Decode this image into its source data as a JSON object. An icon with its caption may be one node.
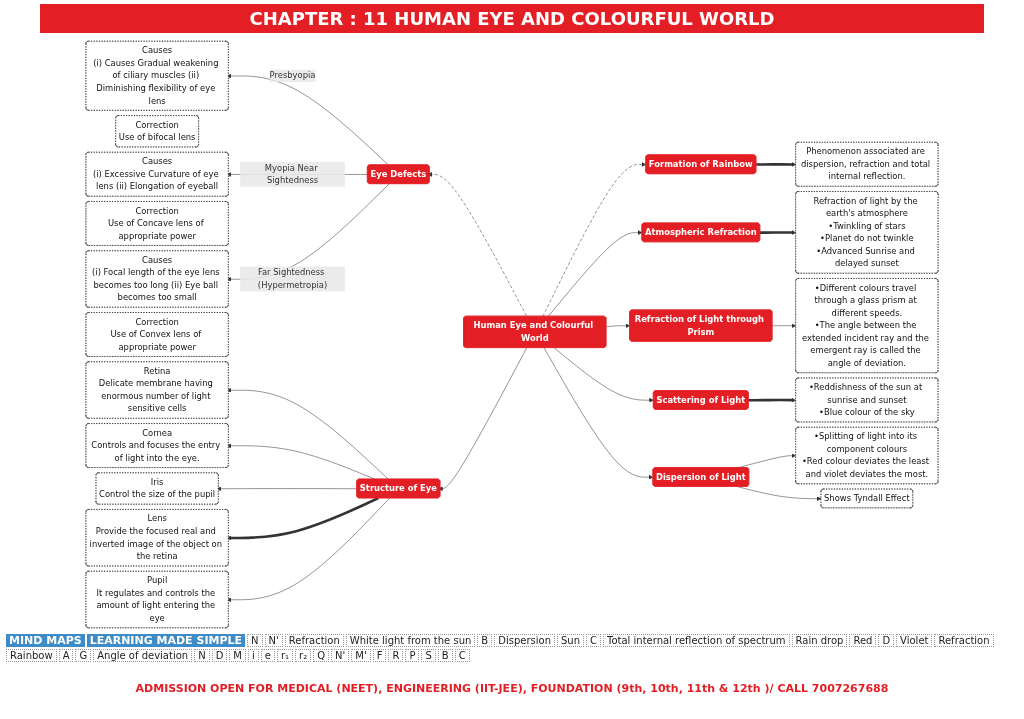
{
  "diagram": {
    "title": "CHAPTER : 11 HUMAN EYE AND COLOURFUL WORLD",
    "nodes": [
      {
        "text": [
          "Human Eye and Colourful World"
        ]
      },
      {
        "text": [
          "Eye Defects"
        ]
      },
      {
        "text": [
          "Causes",
          "(i) Causes Gradual weakening of ciliary muscles (ii) Diminishing flexibility of eye lens"
        ]
      },
      {
        "text": [
          "Correction",
          "Use of bifocal lens"
        ]
      },
      {
        "text": [
          "Causes",
          "(i) Excessive Curvature of eye lens (ii) Elongation of eyeball"
        ]
      },
      {
        "text": [
          "Correction",
          "Use of Concave lens of appropriate power"
        ]
      },
      {
        "text": [
          "Causes",
          "(i) Focal length of the eye lens becomes too long (ii) Eye ball becomes too small"
        ]
      },
      {
        "text": [
          "Correction",
          "Use of Convex lens of appropriate power"
        ]
      },
      {
        "text": [
          "Structure of Eye"
        ]
      },
      {
        "text": [
          "Retina",
          "Delicate membrane having enormous number of light sensitive cells"
        ]
      },
      {
        "text": [
          "Cornea",
          "Controls and focuses the entry of light into the eye."
        ]
      },
      {
        "text": [
          "Iris",
          "Control the size of the pupil"
        ]
      },
      {
        "text": [
          "Lens",
          "Provide the focused real and inverted image of the object on the retina"
        ]
      },
      {
        "text": [
          "Pupil",
          "It regulates and controls the amount of light entering the eye"
        ]
      },
      {
        "text": [
          "Formation of Rainbow"
        ]
      },
      {
        "text": [
          "Phenomenon associated are dispersion, refraction and total internal reflection."
        ]
      },
      {
        "text": [
          "Atmospheric Refraction"
        ]
      },
      {
        "text": [
          "Refraction of light by the earth's atmosphere",
          "•Twinkling of stars",
          "•Planet do not twinkle",
          "•Advanced Sunrise and delayed sunset"
        ]
      },
      {
        "text": [
          "Refraction of Light through Prism"
        ]
      },
      {
        "text": [
          "•Different colours travel through a glass prism at different speeds.",
          "•The angle between the extended incident ray and the emergent ray is called the angle of deviation."
        ]
      },
      {
        "text": [
          "Scattering of Light"
        ]
      },
      {
        "text": [
          "•Reddishness of the sun at sunrise and sunset",
          "•Blue colour of the sky"
        ]
      },
      {
        "text": [
          "Dispersion of Light"
        ]
      },
      {
        "text": [
          "•Splitting of light into its component colours",
          "•Red colour deviates the least and violet deviates the most."
        ]
      },
      {
        "text": [
          "Shows Tyndall Effect"
        ]
      }
    ],
    "edges": [
      {
        "from": 0,
        "to": 1,
        "arrow": "to",
        "style": "dashed"
      },
      {
        "from": 1,
        "to": 2,
        "arrow": "to",
        "label": "Presbyopia"
      },
      {
        "from": 1,
        "to": 4,
        "arrow": "to",
        "label": "Myopia Near Sightedness"
      },
      {
        "from": 1,
        "to": 6,
        "arrow": "to",
        "label": "Far Sightedness (Hypermetropia)"
      },
      {
        "from": 0,
        "to": 8,
        "arrow": "to"
      },
      {
        "from": 8,
        "to": 9,
        "arrow": "to"
      },
      {
        "from": 8,
        "to": 10,
        "arrow": "to"
      },
      {
        "from": 8,
        "to": 11,
        "arrow": "to"
      },
      {
        "from": 8,
        "to": 12,
        "arrow": "to",
        "style": "thick"
      },
      {
        "from": 8,
        "to": 13,
        "arrow": "to"
      },
      {
        "from": 0,
        "to": 14,
        "arrow": "to",
        "style": "dashed"
      },
      {
        "from": 14,
        "to": 15,
        "arrow": "to",
        "style": "thick"
      },
      {
        "from": 0,
        "to": 16,
        "arrow": "to"
      },
      {
        "from": 16,
        "to": 17,
        "arrow": "to",
        "style": "thick"
      },
      {
        "from": 0,
        "to": 18,
        "arrow": "to"
      },
      {
        "from": 18,
        "to": 19,
        "arrow": "to"
      },
      {
        "from": 0,
        "to": 20,
        "arrow": "to"
      },
      {
        "from": 20,
        "to": 21,
        "arrow": "to",
        "style": "thick"
      },
      {
        "from": 0,
        "to": 22,
        "arrow": "to"
      },
      {
        "from": 22,
        "to": 23,
        "arrow": "to"
      },
      {
        "from": 22,
        "to": 24,
        "arrow": "to"
      }
    ],
    "labels": [
      "MIND MAPS",
      "LEARNING MADE SIMPLE",
      "N",
      "N'",
      "Refraction",
      "White light from the sun",
      "B",
      "Dispersion",
      "Sun",
      "C",
      "Total internal reflection of spectrum",
      "Rain drop",
      "Red",
      "D",
      "Violet",
      "Refraction",
      "Rainbow",
      "A",
      "G",
      "Angle of deviation",
      "N",
      "D",
      "M",
      "i",
      "e",
      "r₁",
      "r₂",
      "Q",
      "N'",
      "M'",
      "F",
      "R",
      "P",
      "S",
      "B",
      "C",
      "ADMISSION OPEN FOR MEDICAL (NEET), ENGINEERING (IIT-JEE), FOUNDATION (9th, 10th, 11th & 12th )/ CALL 7007267688"
    ]
  }
}
